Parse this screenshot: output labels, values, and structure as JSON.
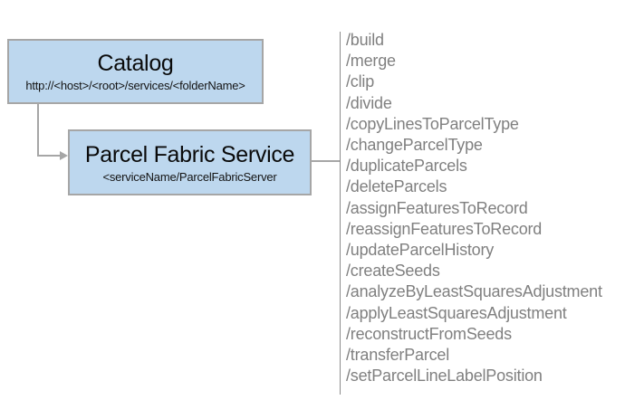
{
  "diagram": {
    "catalog": {
      "title": "Catalog",
      "url": "http://<host>/<root>/services/<folderName>"
    },
    "service": {
      "title": "Parcel Fabric Service",
      "subtitle": "<serviceName/ParcelFabricServer"
    }
  },
  "endpoints": {
    "items": [
      "/build",
      "/merge",
      "/clip",
      "/divide",
      "/copyLinesToParcelType",
      "/changeParcelType",
      "/duplicateParcels",
      "/deleteParcels",
      "/assignFeaturesToRecord",
      "/reassignFeaturesToRecord",
      "/updateParcelHistory",
      "/createSeeds",
      "/analyzeByLeastSquaresAdjustment",
      "/applyLeastSquaresAdjustment",
      "/reconstructFromSeeds",
      "/transferParcel",
      "/setParcelLineLabelPosition"
    ]
  },
  "colors": {
    "box_fill": "#BDD7EE",
    "box_border": "#A6A6A6",
    "connector": "#A6A6A6",
    "separator_line": "#8C8C8C",
    "endpoint_text": "#808080",
    "title_text": "#0A0A0A"
  }
}
